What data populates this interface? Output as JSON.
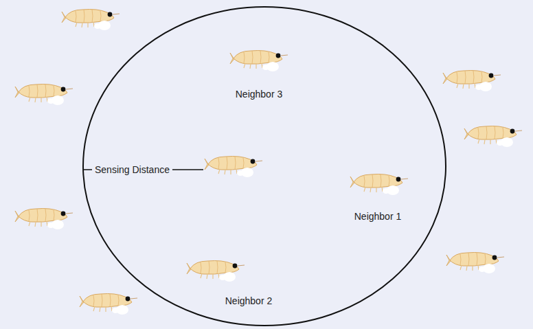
{
  "diagram": {
    "labels": [
      "Neighbor 3",
      "Sensing Distance",
      "Neighbor 1",
      "Neighbor 2"
    ]
  }
}
